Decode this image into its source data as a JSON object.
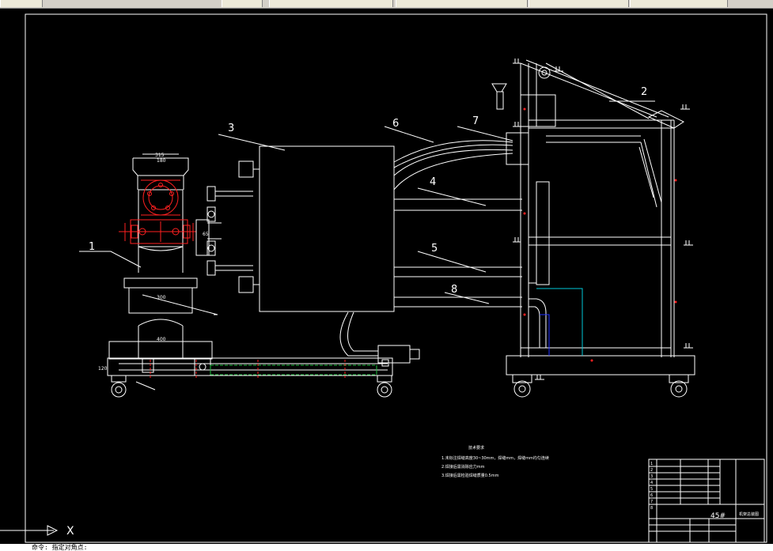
{
  "toolbar": {
    "items": [
      "",
      "",
      "",
      "",
      "",
      ""
    ]
  },
  "callouts": [
    "1",
    "2",
    "3",
    "4",
    "5",
    "6",
    "7",
    "8"
  ],
  "dimensions": {
    "top_width": "315",
    "top_inner": "180",
    "base_width": "400",
    "lower_width": "300",
    "side_height": "65",
    "base_height": "120"
  },
  "tech_requirements": {
    "title": "技术要求",
    "lines": [
      "1.未标注焊缝高度30~30mm，焊缝mm，焊缝mm均匀连续",
      "2.焊接后需消除应力mm",
      "3.焊接后需检验焊缝质量0.5mm"
    ]
  },
  "title_block": {
    "material": "45#",
    "drawing_name": "机架总装图",
    "company": "",
    "row_labels": [
      "1",
      "2",
      "3",
      "4",
      "5",
      "6",
      "7",
      "8"
    ]
  },
  "ucs": {
    "x_label": "X"
  },
  "command_line": "命令: 指定对角点:"
}
